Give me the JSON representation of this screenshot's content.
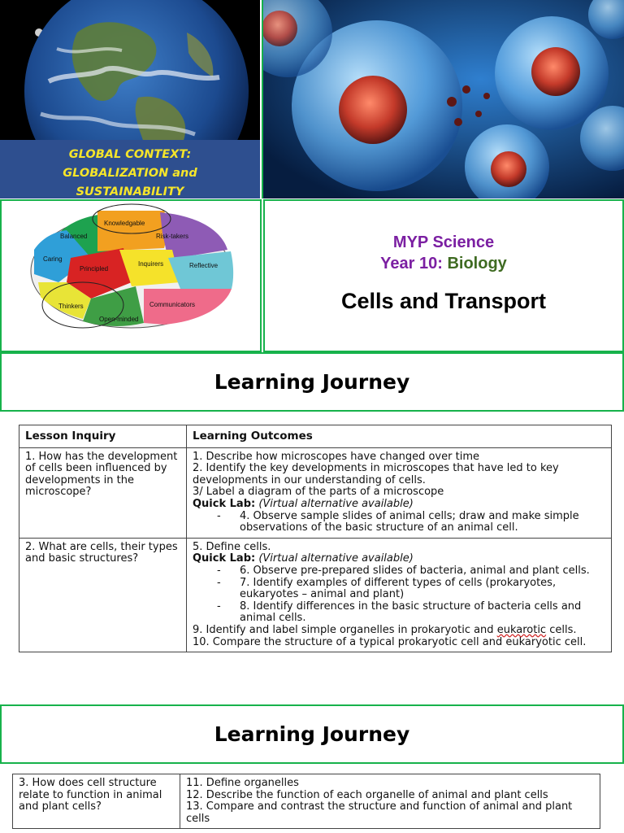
{
  "global_context": {
    "line1": "GLOBAL CONTEXT:",
    "line2": "GLOBALIZATION and",
    "line3": "SUSTAINABILITY"
  },
  "learner_profile": [
    "Knowledgable",
    "Balanced",
    "Risk-takers",
    "Caring",
    "Principled",
    "Inquirers",
    "Reflective",
    "Thinkers",
    "Communicators",
    "Open-minded"
  ],
  "course": {
    "subject": "MYP Science",
    "year_prefix": "Year 10:",
    "year_subject": "Biology",
    "unit_title": "Cells and Transport"
  },
  "journey_heading_1": "Learning Journey",
  "journey_heading_2": "Learning Journey",
  "table": {
    "headers": [
      "Lesson Inquiry",
      "Learning Outcomes"
    ],
    "row1": {
      "inquiry": "1. How has the development of cells been influenced by developments in the microscope?",
      "o1": "1. Describe how microscopes have changed over time",
      "o2": "2. Identify the key developments in microscopes that have led to key developments in our understanding of cells.",
      "o3": "3/ Label a diagram of the parts of a microscope",
      "ql_label": "Quick Lab:",
      "ql_note": "(Virtual alternative available)",
      "dash": "-",
      "o4": "4. Observe sample slides of animal cells; draw and make simple observations of the basic structure of an animal cell."
    },
    "row2": {
      "inquiry": "2. What are cells, their types and basic structures?",
      "o5": "5. Define cells.",
      "ql_label": "Quick Lab:",
      "ql_note": "(Virtual alternative available)",
      "dash": "-",
      "o6": "6. Observe pre-prepared slides of bacteria, animal and plant cells.",
      "o7": "7. Identify examples of different types of cells (prokaryotes, eukaryotes – animal and plant)",
      "o8": "8. Identify differences in the basic structure of bacteria cells and animal cells.",
      "o9a": "9. Identify and label simple organelles in prokaryotic and",
      "o9b": "eukarotic",
      "o9c": "cells.",
      "o10": "10. Compare the structure of a typical prokaryotic cell and eukaryotic cell."
    },
    "row3": {
      "inquiry": "3. How does cell structure relate to function in animal and plant cells?",
      "o11": "11. Define organelles",
      "o12": "12. Describe the function of each organelle of animal and plant cells",
      "o13": "13. Compare and contrast the structure and function of animal and plant cells"
    }
  },
  "colors": {
    "green_border": "#17b24b",
    "purple": "#7b1fa2",
    "biology_green": "#3f6b22",
    "context_blue": "#2e4f8f",
    "context_yellow": "#f5e52a"
  }
}
